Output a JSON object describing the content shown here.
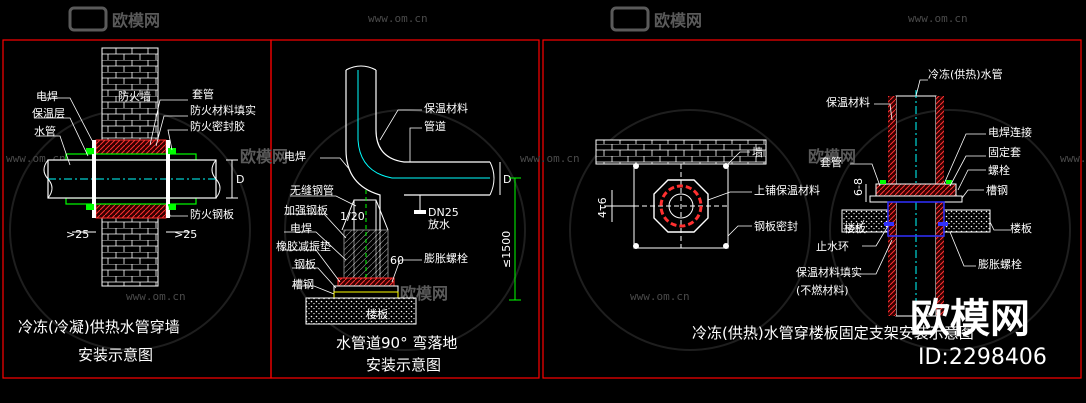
{
  "watermarks": {
    "brand_cn": "欧模网",
    "url": "www.om.cn"
  },
  "colors": {
    "frame": "#ff0000",
    "white": "#ffffff",
    "green": "#00ff00",
    "cyan": "#00ffff",
    "red": "#ff3030",
    "yellow": "#ffff00",
    "blue": "#3030ff"
  },
  "panel1": {
    "labels": {
      "electric_weld": "电焊",
      "insulation_layer": "保温层",
      "water_pipe": "水管",
      "fire_wall": "防火墙",
      "sleeve": "套管",
      "fire_filler": "防火材料填实",
      "fire_sealant": "防火密封胶",
      "fire_plate": "防火钢板",
      "dim_left": ">25",
      "dim_right": ">25",
      "dim_d": "D"
    },
    "caption_line1": "冷冻(冷凝)供热水管穿墙",
    "caption_line2": "安装示意图"
  },
  "panel2": {
    "labels": {
      "insulation_material": "保温材料",
      "pipe": "管道",
      "electric_weld": "电焊",
      "seamless_pipe": "无缝钢管",
      "stiffener_plate": "加强钢板",
      "slope": "1/20",
      "electric_weld_2": "电焊",
      "rubber_pad": "橡胶减振垫",
      "steel_plate": "钢板",
      "channel_steel": "槽钢",
      "drain_size": "DN25",
      "drain": "放水",
      "expansion_bolt": "膨胀螺栓",
      "floor_slab": "楼板",
      "dim_d": "D",
      "dim_1500": "≤1500",
      "dim_60": "60"
    },
    "caption_line1": "水管道90°   弯落地",
    "caption_line2": "安装示意图"
  },
  "panel3": {
    "labels": {
      "wall": "墙",
      "top_insulation": "上铺保温材料",
      "plate_seal": "钢板密封",
      "dim_4t6": "4τ6",
      "chilled_pipe": "冷冻(供热)水管",
      "insulation_material": "保温材料",
      "weld_joint": "电焊连接",
      "fixing_sleeve": "固定套",
      "bolt": "螺栓",
      "sleeve": "套管",
      "dim_6_8": "6-8",
      "channel_steel": "槽钢",
      "floor_slab_left": "楼板",
      "floor_slab_right": "楼板",
      "water_stop_ring": "止水环",
      "fill_line1": "保温材料填实",
      "fill_line2": "(不燃材料)",
      "expansion_bolt": "膨胀螺栓"
    },
    "caption": "冷冻(供热)水管穿楼板固定支架安装示意图"
  },
  "brand": {
    "name": "欧模网",
    "id": "ID:2298406"
  }
}
